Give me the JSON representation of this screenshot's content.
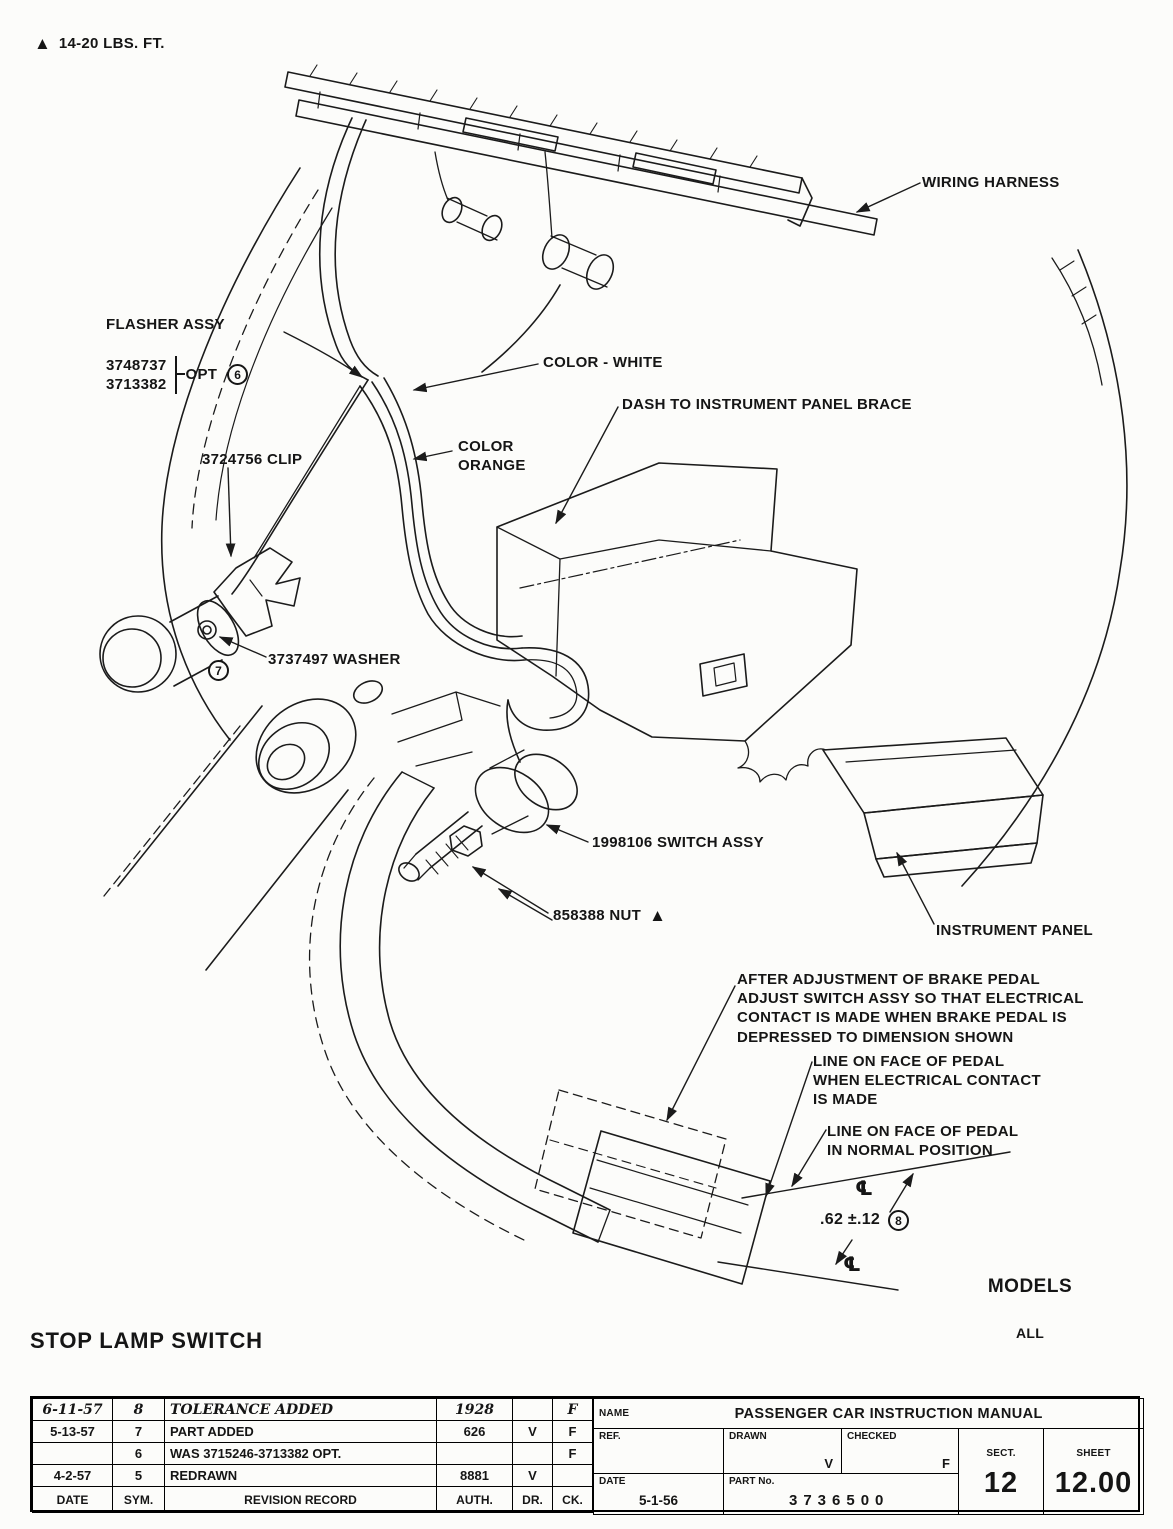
{
  "page_title": "STOP LAMP SWITCH",
  "torque_note": "14-20 LBS. FT.",
  "symbols": {
    "warning_triangle": "▲",
    "centerline": "℄"
  },
  "callouts": {
    "wiring_harness": "WIRING HARNESS",
    "flasher": {
      "title": "FLASHER ASSY",
      "part_a": "3748737",
      "part_b": "3713382",
      "opt": "OPT",
      "balloon": "6"
    },
    "color_white": "COLOR  -  WHITE",
    "dash_brace": "DASH TO INSTRUMENT PANEL BRACE",
    "clip": "3724756 CLIP",
    "color_orange": "COLOR\nORANGE",
    "washer": {
      "balloon": "7",
      "label": "3737497 WASHER"
    },
    "switch_assy": "1998106 SWITCH ASSY",
    "nut": "858388 NUT",
    "instrument_panel": "INSTRUMENT PANEL",
    "adjustment_note": "AFTER ADJUSTMENT OF BRAKE PEDAL\nADJUST SWITCH ASSY SO THAT ELECTRICAL\nCONTACT IS MADE WHEN BRAKE PEDAL IS\nDEPRESSED TO DIMENSION SHOWN",
    "line_contact": "LINE ON FACE OF PEDAL\nWHEN ELECTRICAL CONTACT\nIS MADE",
    "line_normal": "LINE ON FACE OF PEDAL\nIN NORMAL POSITION",
    "dimension": {
      "value": ".62 ±.12",
      "balloon": "8"
    },
    "models": {
      "title": "MODELS",
      "value": "ALL"
    }
  },
  "title_block": {
    "revision": {
      "rows": [
        {
          "date": "6-11-57",
          "sym": "8",
          "desc": "TOLERANCE ADDED",
          "auth": "1928",
          "dr": "",
          "ck": "F"
        },
        {
          "date": "5-13-57",
          "sym": "7",
          "desc": "PART ADDED",
          "auth": "626",
          "dr": "V",
          "ck": "F"
        },
        {
          "date": "",
          "sym": "6",
          "desc": "WAS 3715246-3713382 OPT.",
          "auth": "",
          "dr": "",
          "ck": "F"
        },
        {
          "date": "4-2-57",
          "sym": "5",
          "desc": "REDRAWN",
          "auth": "8881",
          "dr": "V",
          "ck": ""
        }
      ],
      "headers": {
        "date": "DATE",
        "sym": "SYM.",
        "desc": "REVISION RECORD",
        "auth": "AUTH.",
        "dr": "DR.",
        "ck": "CK."
      }
    },
    "name_label": "NAME",
    "name_value": "PASSENGER CAR INSTRUCTION MANUAL",
    "ref_label": "REF.",
    "drawn_label": "DRAWN",
    "drawn_value": "V",
    "checked_label": "CHECKED",
    "checked_value": "F",
    "sect_label": "SECT.",
    "sect_value": "12",
    "sheet_label": "SHEET",
    "sheet_value": "12.00",
    "date_label": "DATE",
    "date_value": "5-1-56",
    "part_label": "PART No.",
    "part_value": "3736500"
  }
}
